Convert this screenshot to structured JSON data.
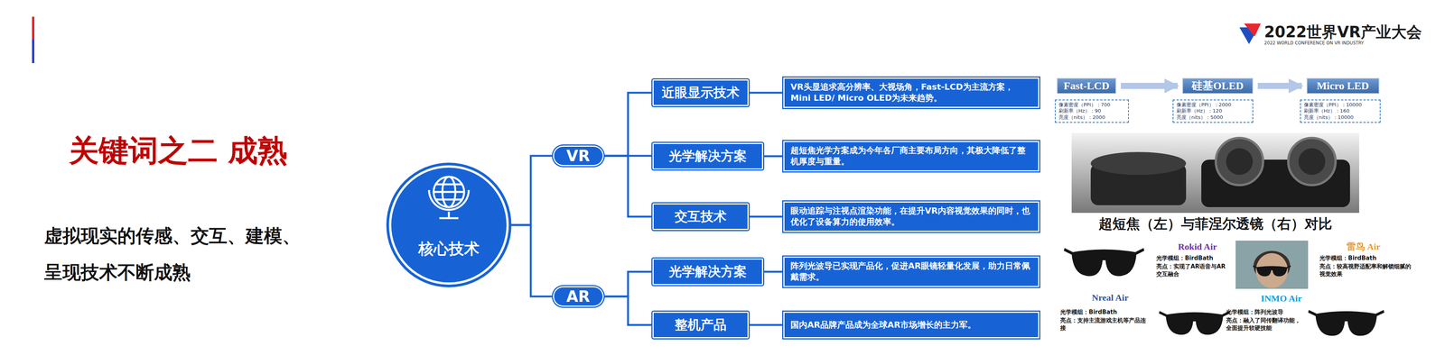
{
  "diagram": {
    "title": "关键词之二 成熟",
    "nodes": [
      {
        "text": [
          "核心技术"
        ]
      },
      {
        "text": [
          "VR"
        ]
      },
      {
        "text": [
          "近眼显示技术"
        ]
      },
      {
        "text": [
          "光学解决方案"
        ]
      },
      {
        "text": [
          "交互技术"
        ]
      },
      {
        "text": [
          "AR"
        ]
      },
      {
        "text": [
          "光学解决方案"
        ]
      },
      {
        "text": [
          "整机产品"
        ]
      },
      {
        "text": [
          "VR头显追求高分辨率、大视场角，Fast-LCD为主流方案，Mini LED/ Micro OLED为未来趋势。"
        ]
      },
      {
        "text": [
          "超短焦光学方案成为今年各厂商主要布局方向，其极大降低了整机厚度与重量。"
        ]
      },
      {
        "text": [
          "眼动追踪与注视点渲染功能，在提升VR内容视觉效果的同时，也优化了设备算力的使用效率。"
        ]
      },
      {
        "text": [
          "阵列光波导已实现产品化，促进AR眼镜轻量化发展，助力日常佩戴需求。"
        ]
      },
      {
        "text": [
          "国内AR品牌产品成为全球AR市场增长的主力军。"
        ]
      },
      {
        "text": [
          "Fast-LCD"
        ]
      },
      {
        "text": [
          "硅基OLED"
        ]
      },
      {
        "text": [
          "Micro LED"
        ]
      },
      {
        "text": [
          "像素密度（PPI）：700",
          "刷新率（Hz）：90",
          "亮度（nits）：2000"
        ]
      },
      {
        "text": [
          "像素密度（PPI）：2000",
          "刷新率（Hz）：120",
          "亮度（nits）：5000"
        ]
      },
      {
        "text": [
          "像素密度（PPI）：10000",
          "刷新率（Hz）：160",
          "亮度（nits）：10000"
        ]
      }
    ],
    "edges": [
      {
        "from": 0,
        "to": 1,
        "arrow": "none"
      },
      {
        "from": 0,
        "to": 5,
        "arrow": "none"
      },
      {
        "from": 1,
        "to": 2,
        "arrow": "none"
      },
      {
        "from": 1,
        "to": 3,
        "arrow": "none"
      },
      {
        "from": 1,
        "to": 4,
        "arrow": "none"
      },
      {
        "from": 5,
        "to": 6,
        "arrow": "none"
      },
      {
        "from": 5,
        "to": 7,
        "arrow": "none"
      },
      {
        "from": 2,
        "to": 8,
        "arrow": "none"
      },
      {
        "from": 3,
        "to": 9,
        "arrow": "none"
      },
      {
        "from": 4,
        "to": 10,
        "arrow": "none"
      },
      {
        "from": 6,
        "to": 11,
        "arrow": "none"
      },
      {
        "from": 7,
        "to": 12,
        "arrow": "none"
      },
      {
        "from": 13,
        "to": 14,
        "arrow": "to"
      },
      {
        "from": 14,
        "to": 15,
        "arrow": "to"
      }
    ],
    "labels": [
      "虚拟现实的传感、交互、建模、 呈现技术不断成熟",
      "2022世界VR产业大会",
      "2022 WORLD CONFERENCE ON VR INDUSTRY",
      "超短焦（左）与菲涅尔透镜（右）对比",
      "Rokid Air",
      "光学模组：BirdBath",
      "亮点：实现了AR语音与AR交互融合",
      "雷鸟 Air",
      "光学模组：BirdBath",
      "亮点：较高视野适配率和解锁细腻的视觉效果",
      "Nreal Air",
      "光学模组：BirdBath",
      "亮点：支持主流游戏主机等产品连接",
      "INMO Air",
      "光学模组：阵列光波导",
      "亮点：融入了同传翻译功能，全面提升软硬技能"
    ]
  }
}
